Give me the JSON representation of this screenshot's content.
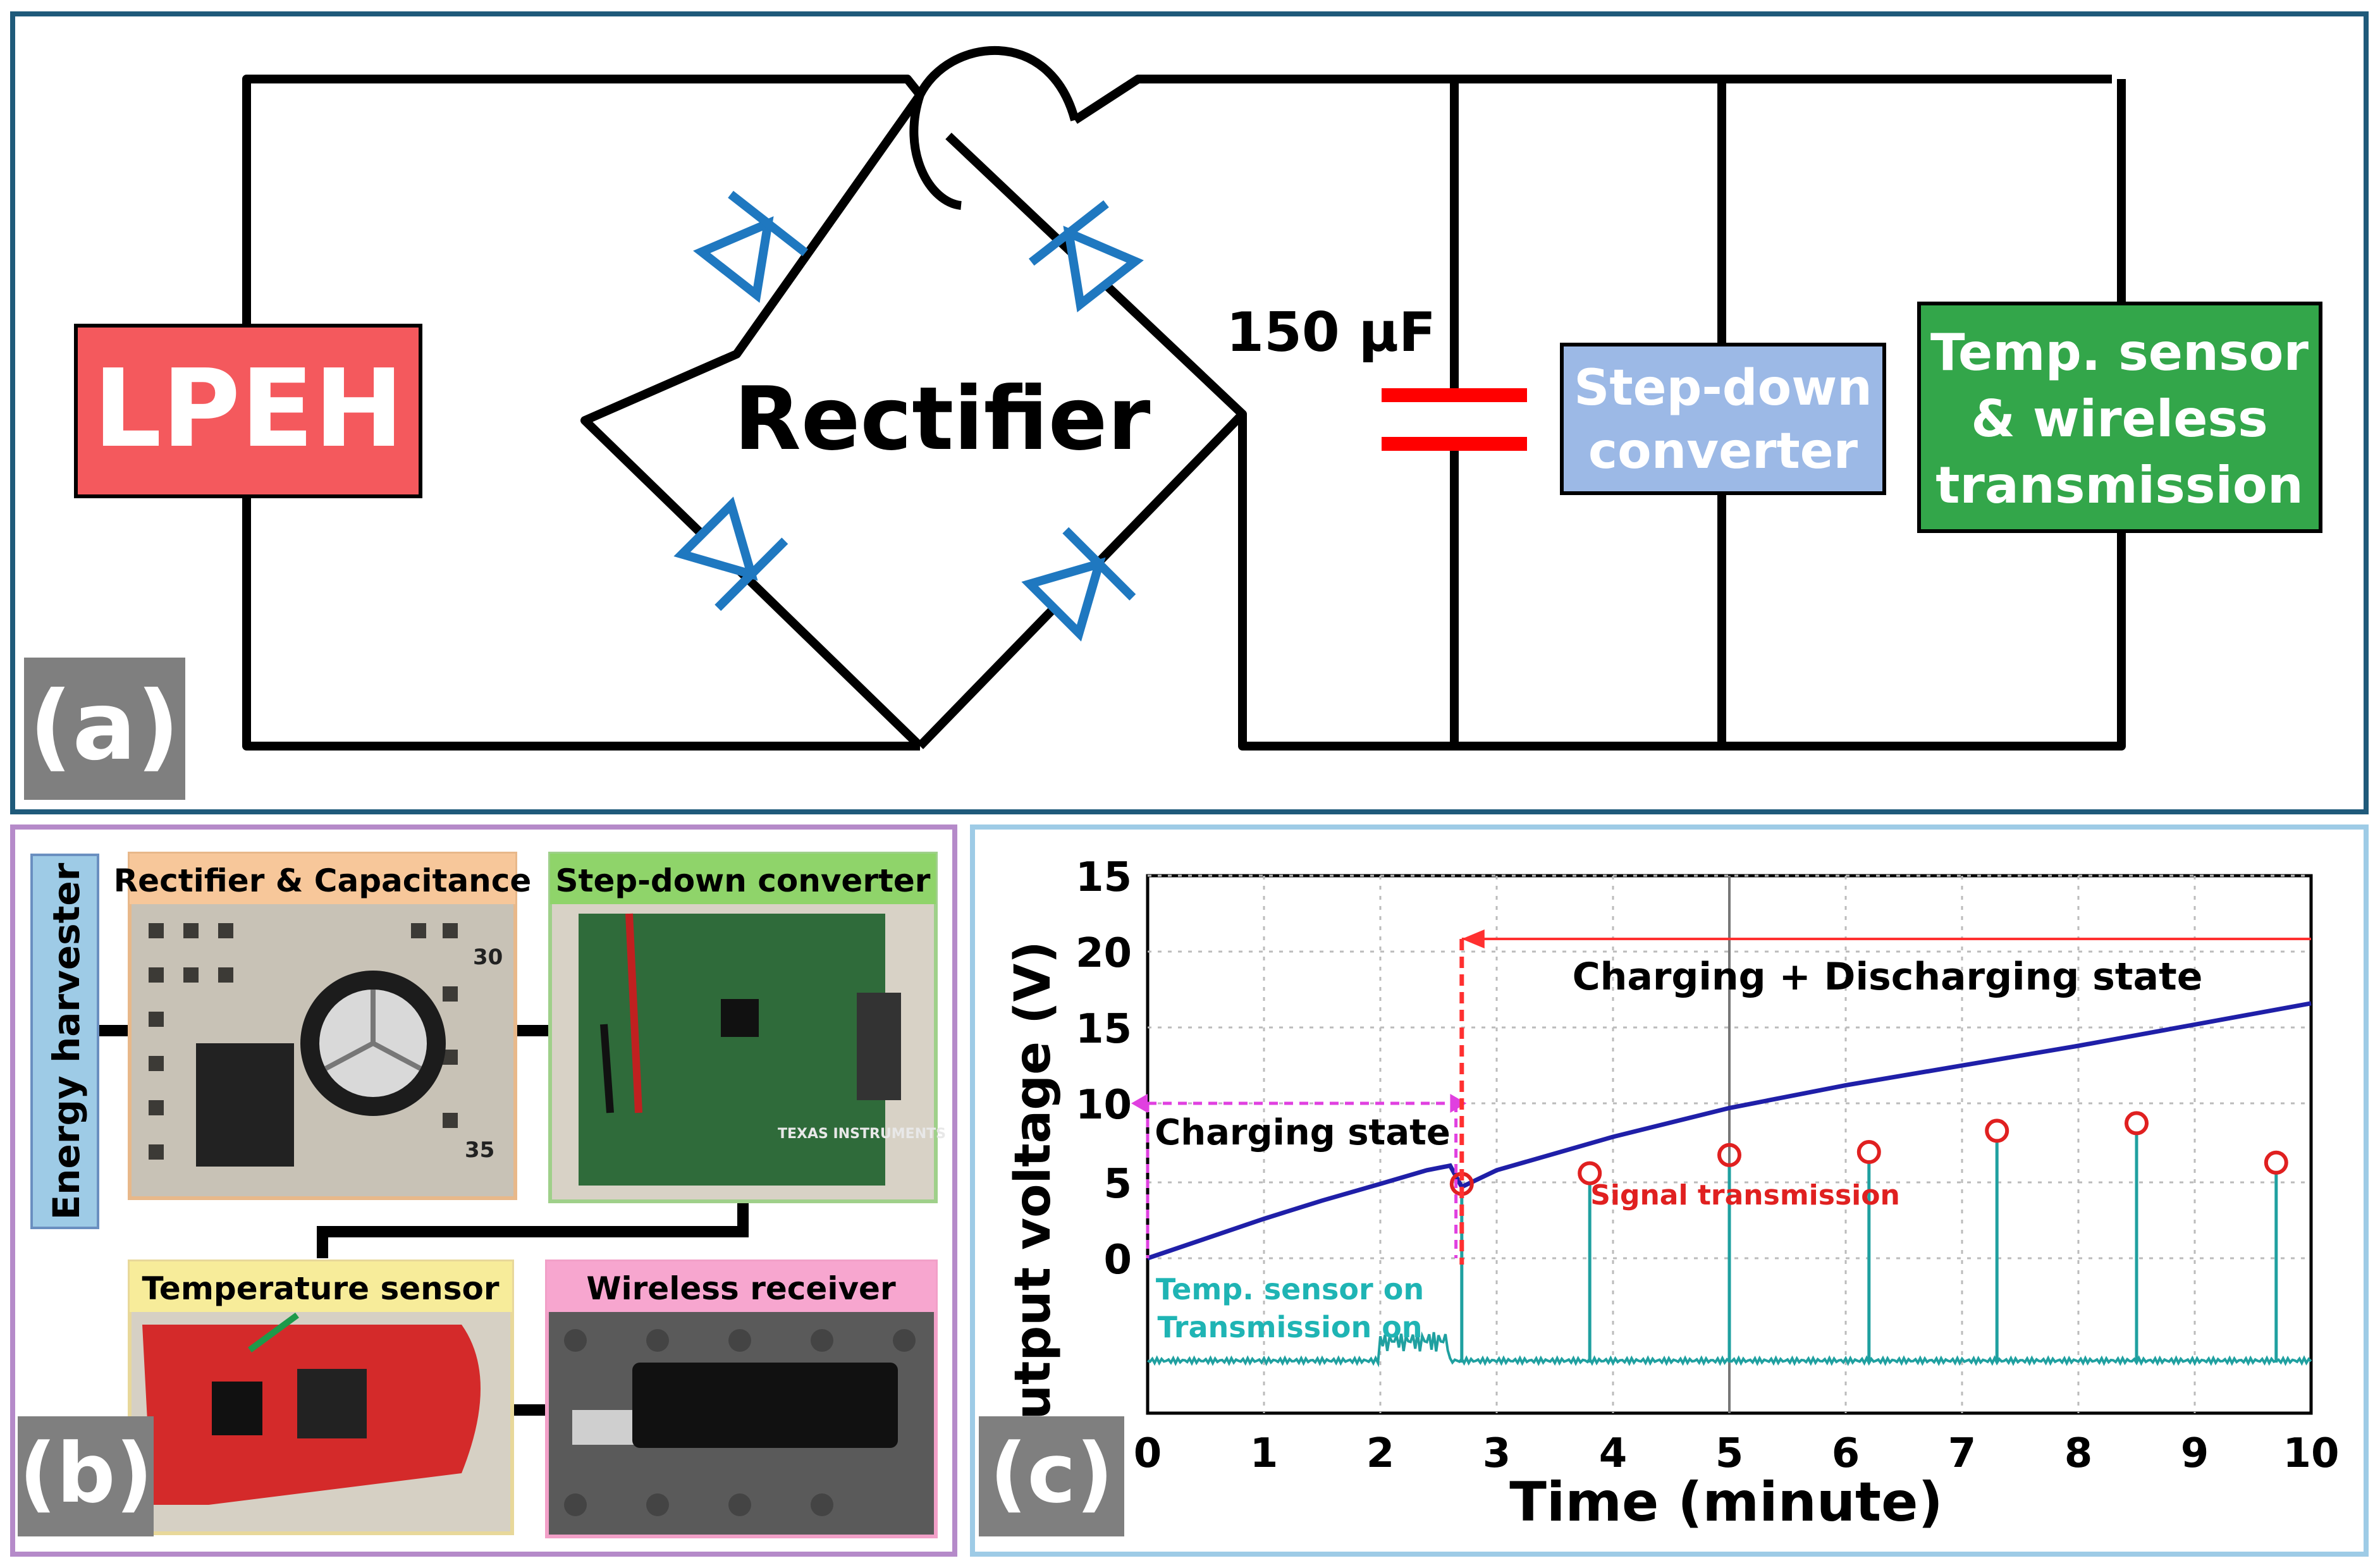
{
  "panel_a": {
    "tag": "(a)",
    "lpeh": "LPEH",
    "rectifier": "Rectifier",
    "capacitor": "150 μF",
    "stepdown_line1": "Step-down",
    "stepdown_line2": "converter",
    "sensor_line1": "Temp. sensor",
    "sensor_line2": "& wireless",
    "sensor_line3": "transmission"
  },
  "panel_b": {
    "tag": "(b)",
    "energy_harvester": "Energy harvester",
    "rectifier_cap": "Rectifier & Capacitance",
    "stepdown": "Step-down converter",
    "temp_sensor": "Temperature sensor",
    "wireless_receiver": "Wireless receiver",
    "breadboard_num_top": "30",
    "breadboard_num_bottom": "35",
    "ti_text": "TEXAS INSTRUMENTS"
  },
  "panel_c": {
    "tag": "(c)",
    "ylabel": "Output voltage (V)",
    "xlabel": "Time (minute)",
    "charging_state": "Charging state",
    "charge_discharge": "Charging + Discharging state",
    "signal_transmission": "Signal transmission",
    "temp_on": "Temp. sensor on",
    "trans_on": "Transmission on"
  },
  "colors": {
    "frame_a": "#1f5a7a",
    "frame_b": "#b58ac9",
    "frame_c": "#9ecbe6",
    "lpeh": "#f4595d",
    "stepdown": "#9cb9e6",
    "sensor": "#33a64a",
    "diode": "#1f78c0",
    "capacitor": "#ff0000",
    "tag_bg": "#7f7f7f",
    "voltage_trace": "#1f1fa8",
    "signal_trace": "#1fa0a0",
    "marker": "#e02020",
    "charging_arrow": "#e040e0",
    "discharge_arrow": "#ff3030"
  },
  "chart_data": {
    "type": "line",
    "xlabel": "Time (minute)",
    "ylabel": "Output voltage (V)",
    "xlim": [
      0,
      10
    ],
    "x_ticks": [
      "0",
      "1",
      "2",
      "3",
      "4",
      "5",
      "6",
      "7",
      "8",
      "9",
      "10"
    ],
    "y_ticks": [
      "15",
      "20",
      "15",
      "10",
      "5",
      "0"
    ],
    "grid": true,
    "series": [
      {
        "values": [
          {
            "x": 0,
            "y": 0
          },
          {
            "x": 0.5,
            "y": 1.3
          },
          {
            "x": 1.0,
            "y": 2.6
          },
          {
            "x": 1.5,
            "y": 3.8
          },
          {
            "x": 2.0,
            "y": 4.9
          },
          {
            "x": 2.4,
            "y": 5.8
          },
          {
            "x": 2.6,
            "y": 6.1
          },
          {
            "x": 2.7,
            "y": 4.7
          },
          {
            "x": 3.0,
            "y": 5.8
          },
          {
            "x": 4.0,
            "y": 8.0
          },
          {
            "x": 5.0,
            "y": 9.9
          },
          {
            "x": 6.0,
            "y": 11.4
          },
          {
            "x": 7.0,
            "y": 12.7
          },
          {
            "x": 8.0,
            "y": 14.0
          },
          {
            "x": 9.0,
            "y": 15.4
          },
          {
            "x": 10.0,
            "y": 16.8
          }
        ]
      }
    ],
    "signal_markers": [
      {
        "x": 2.7,
        "y": 4.9
      },
      {
        "x": 3.8,
        "y": 5.6
      },
      {
        "x": 5.0,
        "y": 6.8
      },
      {
        "x": 6.2,
        "y": 7.0
      },
      {
        "x": 7.3,
        "y": 8.4
      },
      {
        "x": 8.5,
        "y": 8.9
      },
      {
        "x": 9.7,
        "y": 6.3
      }
    ]
  }
}
